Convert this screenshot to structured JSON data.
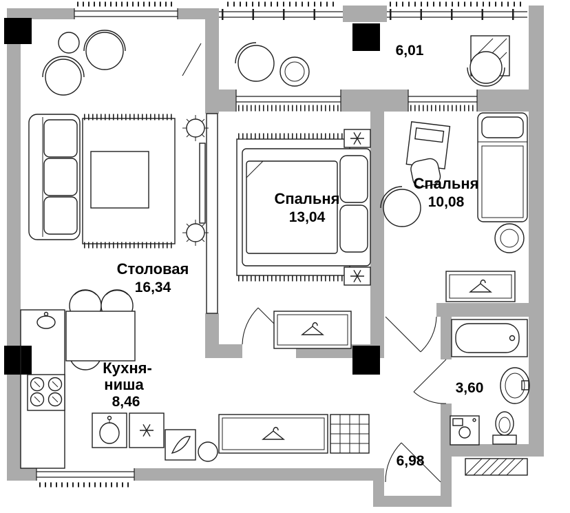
{
  "rooms": {
    "dining": {
      "name": "Столовая",
      "area": "16,34"
    },
    "bedroom_main": {
      "name": "Спальня",
      "area": "13,04"
    },
    "bedroom_second": {
      "name": "Спальня",
      "area": "10,08"
    },
    "kitchen": {
      "name_line1": "Кухня-",
      "name_line2": "ниша",
      "area": "8,46"
    },
    "balcony": {
      "area": "6,01"
    },
    "bathroom": {
      "area": "3,60"
    },
    "hallway": {
      "area": "6,98"
    }
  },
  "colors": {
    "wall_gray": "#ababab",
    "column_black": "#000000",
    "line_dark": "#1f1f1f",
    "background": "#ffffff",
    "label_text": "#000000"
  }
}
